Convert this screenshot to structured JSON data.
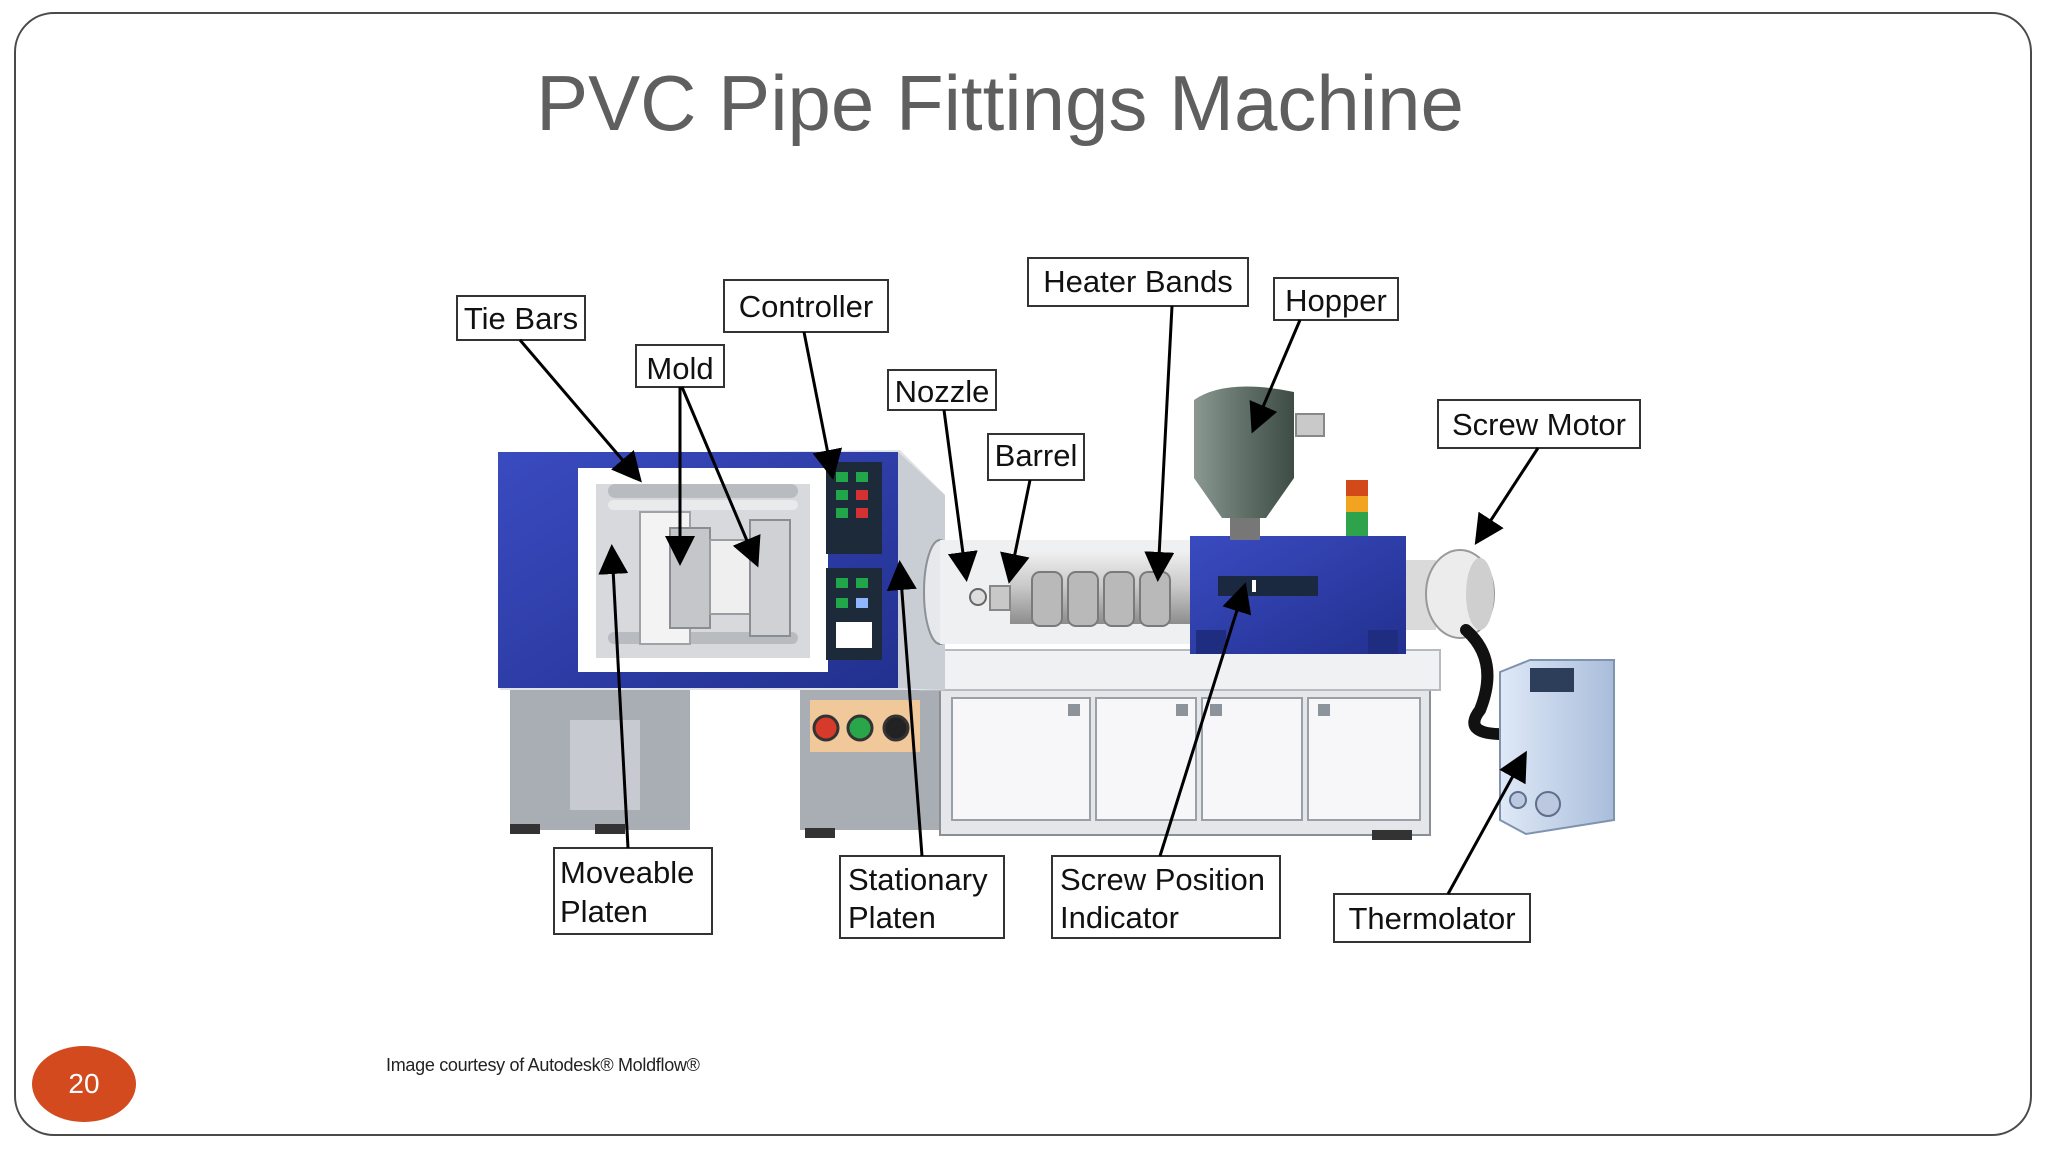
{
  "slide": {
    "title": "PVC Pipe Fittings Machine",
    "page_number": "20",
    "credit": "Image courtesy of Autodesk® Moldflow®"
  },
  "labels": {
    "tie_bars": "Tie Bars",
    "mold": "Mold",
    "controller": "Controller",
    "nozzle": "Nozzle",
    "barrel": "Barrel",
    "heater_bands": "Heater Bands",
    "hopper": "Hopper",
    "screw_motor": "Screw Motor",
    "moveable_platen_1": "Moveable",
    "moveable_platen_2": "Platen",
    "stationary_platen_1": "Stationary",
    "stationary_platen_2": "Platen",
    "screw_position_1": "Screw Position",
    "screw_position_2": "Indicator",
    "thermolator": "Thermolator"
  },
  "colors": {
    "machine_blue": "#2f3fae",
    "badge": "#d24a1e",
    "title_text": "#5f5f5f"
  }
}
